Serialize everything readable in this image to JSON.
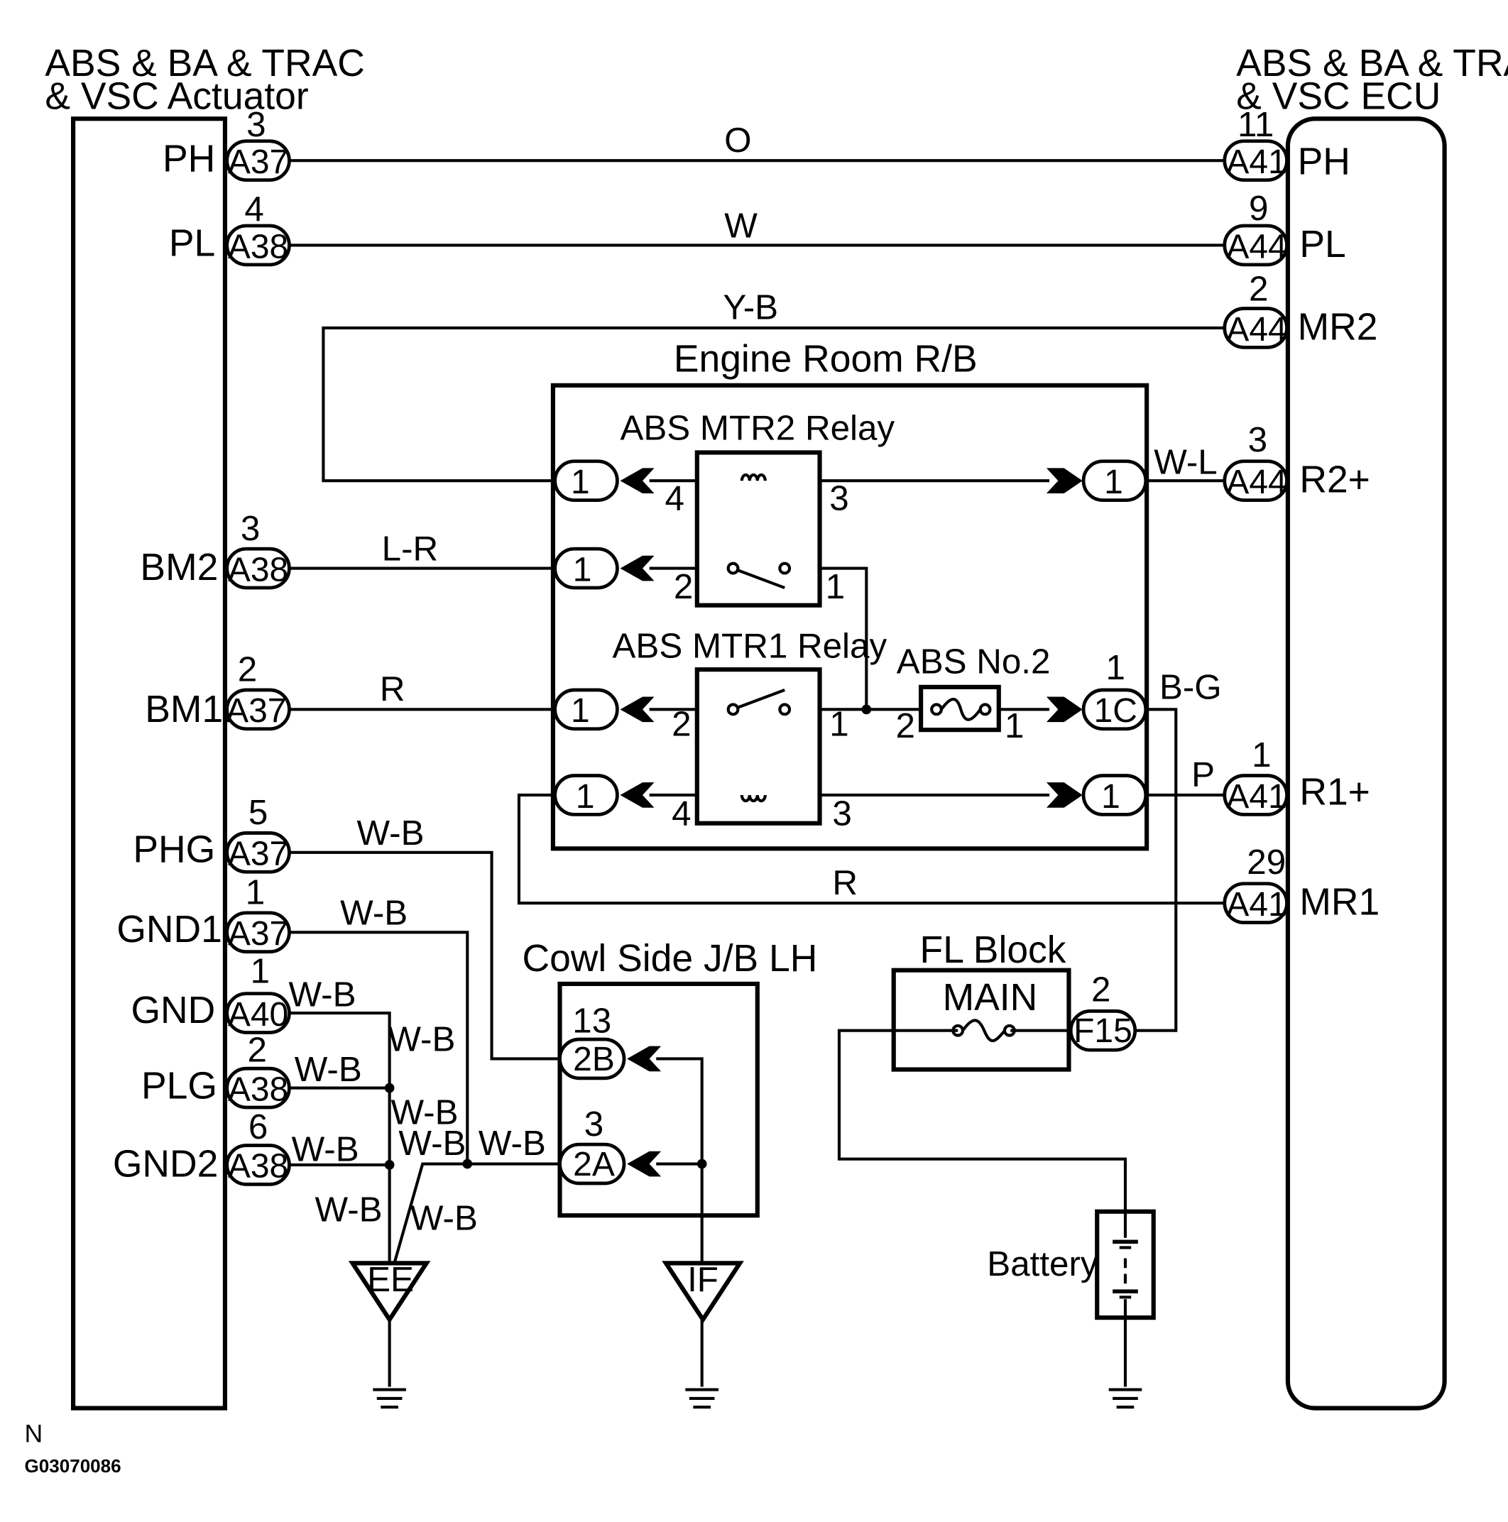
{
  "actuator": {
    "title1": "ABS & BA & TRAC",
    "title2": "& VSC Actuator"
  },
  "ecu": {
    "title1": "ABS & BA & TRAC",
    "title2": "& VSC ECU"
  },
  "actuator_pins": [
    {
      "name": "PH",
      "connector": "A37",
      "pin": "3"
    },
    {
      "name": "PL",
      "connector": "A38",
      "pin": "4"
    },
    {
      "name": "BM2",
      "connector": "A38",
      "pin": "3"
    },
    {
      "name": "BM1",
      "connector": "A37",
      "pin": "2"
    },
    {
      "name": "PHG",
      "connector": "A37",
      "pin": "5"
    },
    {
      "name": "GND1",
      "connector": "A37",
      "pin": "1"
    },
    {
      "name": "GND",
      "connector": "A40",
      "pin": "1"
    },
    {
      "name": "PLG",
      "connector": "A38",
      "pin": "2"
    },
    {
      "name": "GND2",
      "connector": "A38",
      "pin": "6"
    }
  ],
  "ecu_pins": [
    {
      "name": "PH",
      "connector": "A41",
      "pin": "11"
    },
    {
      "name": "PL",
      "connector": "A44",
      "pin": "9"
    },
    {
      "name": "MR2",
      "connector": "A44",
      "pin": "2"
    },
    {
      "name": "R2+",
      "connector": "A44",
      "pin": "3"
    },
    {
      "name": "R1+",
      "connector": "A41",
      "pin": "1"
    },
    {
      "name": "MR1",
      "connector": "A41",
      "pin": "29"
    }
  ],
  "wire_colors": {
    "ph": "O",
    "pl": "W",
    "mr2": "Y-B",
    "r2": "W-L",
    "bm2": "L-R",
    "bm1": "R",
    "bg": "B-G",
    "r1": "P",
    "mr1": "R",
    "wb": [
      "W-B",
      "W-B",
      "W-B",
      "W-B",
      "W-B",
      "W-B",
      "W-B",
      "W-B",
      "W-B",
      "W-B",
      "W-B"
    ]
  },
  "engine_room_rb": {
    "title": "Engine Room R/B",
    "terminals": [
      "1",
      "1",
      "1",
      "1",
      "1",
      "1",
      "1C"
    ],
    "fuse_pin": "1",
    "mtr2_relay": {
      "title": "ABS MTR2 Relay",
      "pins": [
        "4",
        "3",
        "2",
        "1"
      ]
    },
    "mtr1_relay": {
      "title": "ABS MTR1 Relay",
      "pins": [
        "2",
        "1",
        "4",
        "3"
      ]
    },
    "fuse": {
      "title": "ABS No.2",
      "pins": [
        "2",
        "1"
      ]
    }
  },
  "cowl_jb": {
    "title": "Cowl Side J/B LH",
    "conn_2b": {
      "label": "2B",
      "pin": "13"
    },
    "conn_2a": {
      "label": "2A",
      "pin": "3"
    }
  },
  "fl_block": {
    "title": "FL Block",
    "fuse": "MAIN",
    "connector": {
      "label": "F15",
      "pin": "2"
    }
  },
  "battery": "Battery",
  "grounds": {
    "ee": "EE",
    "if": "IF"
  },
  "footer": {
    "code": "N",
    "figure_id": "G03070086"
  }
}
